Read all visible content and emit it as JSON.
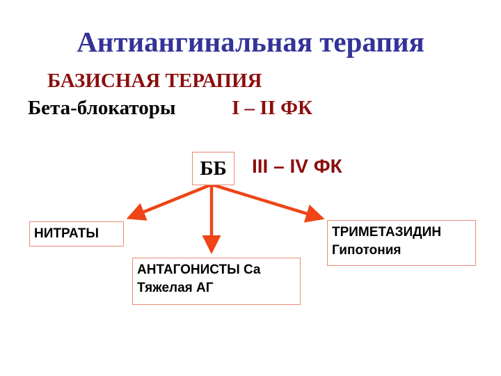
{
  "title": "Антиангинальная терапия",
  "basis_heading": "БАЗИСНАЯ ТЕРАПИЯ",
  "beta_blockers": {
    "label": "Бета-блокаторы",
    "fk": "I – II ФК"
  },
  "center": {
    "label": "ББ",
    "fk": "III – IV ФК"
  },
  "boxes": [
    {
      "line1": "НИТРАТЫ"
    },
    {
      "line1": "АНТАГОНИСТЫ Са",
      "line2": "Тяжелая АГ"
    },
    {
      "line1": "ТРИМЕТАЗИДИН",
      "line2": "Гипотония"
    }
  ],
  "colors": {
    "title": "#333399",
    "accent": "#8b0d0d",
    "arrow": "#ee4416",
    "box_border": "#e98a72"
  }
}
